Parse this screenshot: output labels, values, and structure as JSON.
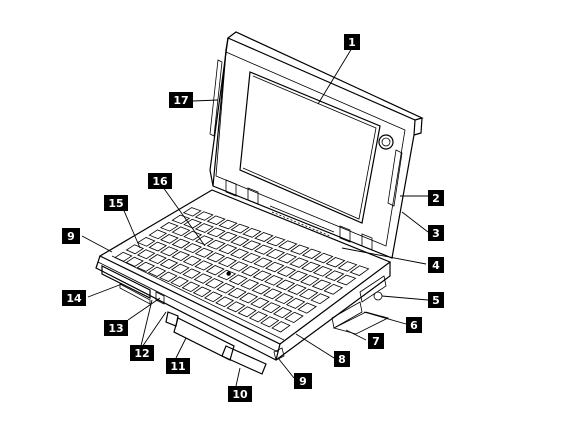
{
  "callouts": [
    {
      "id": "c1",
      "label": "1"
    },
    {
      "id": "c17",
      "label": "17"
    },
    {
      "id": "c2",
      "label": "2"
    },
    {
      "id": "c3",
      "label": "3"
    },
    {
      "id": "c16",
      "label": "16"
    },
    {
      "id": "c15",
      "label": "15"
    },
    {
      "id": "c9a",
      "label": "9"
    },
    {
      "id": "c4",
      "label": "4"
    },
    {
      "id": "c5",
      "label": "5"
    },
    {
      "id": "c14",
      "label": "14"
    },
    {
      "id": "c6",
      "label": "6"
    },
    {
      "id": "c13",
      "label": "13"
    },
    {
      "id": "c7",
      "label": "7"
    },
    {
      "id": "c12",
      "label": "12"
    },
    {
      "id": "c8",
      "label": "8"
    },
    {
      "id": "c11",
      "label": "11"
    },
    {
      "id": "c9b",
      "label": "9"
    },
    {
      "id": "c10",
      "label": "10"
    }
  ],
  "colors": {
    "ink": "#000000",
    "paper": "#ffffff"
  }
}
